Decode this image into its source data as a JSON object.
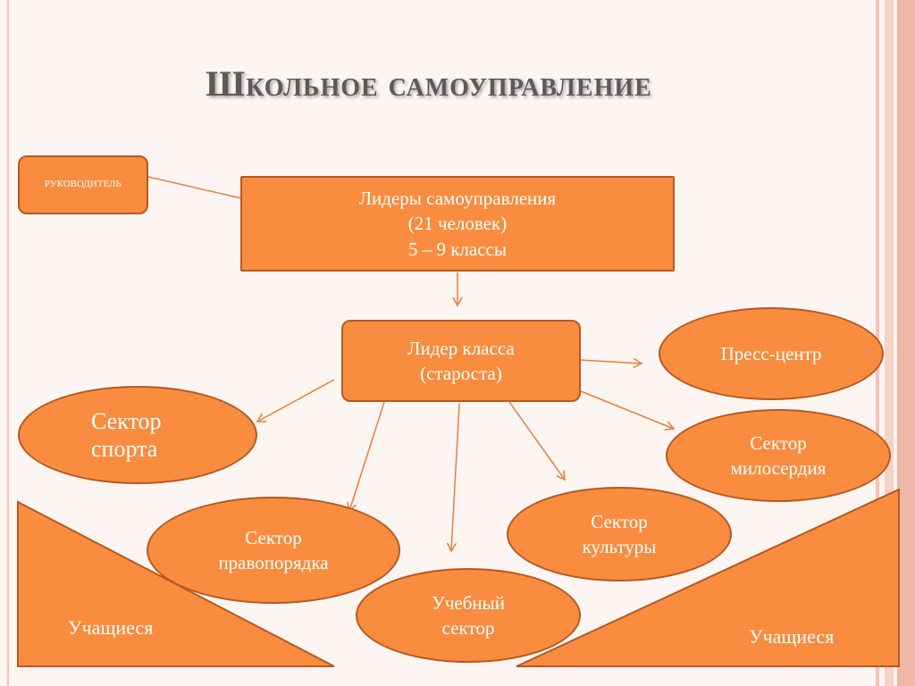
{
  "title": "Школьное самоуправление",
  "nodes": {
    "supervisor": "РУКОВОДИТЕЛЬ",
    "leaders": {
      "line1": "Лидеры самоуправления",
      "line2": "(21 человек)",
      "line3": "5 – 9 классы"
    },
    "class_leader": {
      "line1": "Лидер класса",
      "line2": "(староста)"
    },
    "press": "Пресс-центр",
    "sport": {
      "line1": "Сектор",
      "line2": "спорта"
    },
    "mercy": {
      "line1": "Сектор",
      "line2": "милосердия"
    },
    "order": {
      "line1": "Сектор",
      "line2": "правопорядка"
    },
    "culture": {
      "line1": "Сектор",
      "line2": "культуры"
    },
    "study": {
      "line1": "Учебный",
      "line2": "сектор"
    }
  },
  "students_left": "Учащиеся",
  "students_right": "Учащиеся",
  "colors": {
    "node_fill": "#f98c3f",
    "node_border": "#b55a22",
    "connector": "#ee7d3e",
    "title": "#5b5b5b"
  }
}
